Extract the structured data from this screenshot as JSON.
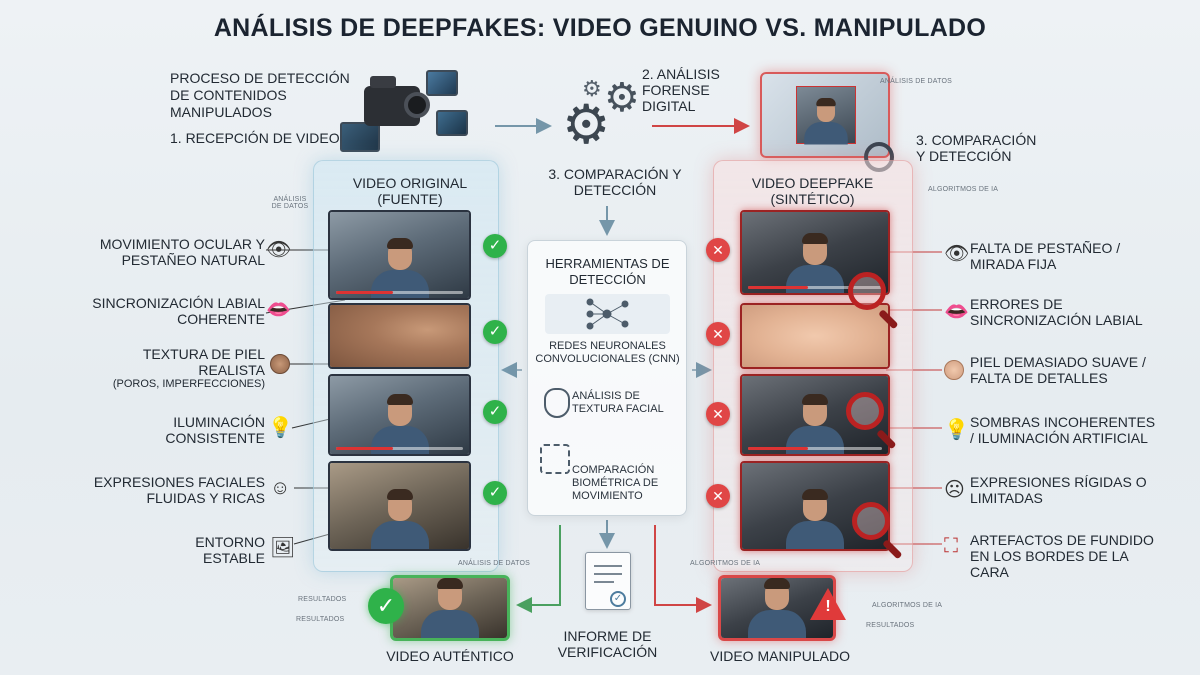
{
  "title": "ANÁLISIS DE DEEPFAKES: VIDEO GENUINO VS. MANIPULADO",
  "process": {
    "heading": "PROCESO DE DETECCIÓN DE CONTENIDOS MANIPULADOS",
    "step1": "1. RECEPCIÓN DE VIDEO",
    "step2": "2. ANÁLISIS FORENSE DIGITAL",
    "step3_top": "3. COMPARACIÓN Y DETECCIÓN",
    "step3_mid": "3. COMPARACIÓN Y DETECCIÓN"
  },
  "small_labels": {
    "datos_top": "ANÁLISIS DE DATOS",
    "datos_left": "ANÁLISIS DE DATOS",
    "algos_right": "ALGORITMOS DE IA",
    "datos_bottom": "ANÁLISIS DE DATOS",
    "algos_bottom": "ALGORITMOS DE IA",
    "resultados_1": "RESULTADOS",
    "resultados_2": "RESULTADOS",
    "algos_bottom_right": "ALGORITMOS DE IA",
    "resultados_3": "RESULTADOS"
  },
  "left_panel": {
    "title": "VIDEO ORIGINAL (FUENTE)",
    "features": [
      {
        "label": "MOVIMIENTO OCULAR Y PESTAÑEO NATURAL",
        "icon": "eye-icon",
        "glyph": "👁"
      },
      {
        "label": "SINCRONIZACIÓN LABIAL COHERENTE",
        "icon": "lips-icon",
        "glyph": "👄"
      },
      {
        "label": "TEXTURA DE PIEL REALISTA",
        "sub": "(POROS, IMPERFECCIONES)",
        "icon": "skin-swatch-icon",
        "glyph": ""
      },
      {
        "label": "ILUMINACIÓN CONSISTENTE",
        "icon": "lightbulb-icon",
        "glyph": "💡"
      },
      {
        "label": "EXPRESIONES FACIALES FLUIDAS Y RICAS",
        "icon": "smile-icon",
        "glyph": "☺"
      },
      {
        "label": "ENTORNO ESTABLE",
        "icon": "landscape-icon",
        "glyph": "🖼"
      }
    ]
  },
  "right_panel": {
    "title": "VIDEO DEEPFAKE (SINTÉTICO)",
    "features": [
      {
        "label": "FALTA DE PESTAÑEO / MIRADA FIJA",
        "icon": "eye-icon",
        "glyph": "👁"
      },
      {
        "label": "ERRORES DE SINCRONIZACIÓN LABIAL",
        "icon": "lips-icon",
        "glyph": "👄"
      },
      {
        "label": "PIEL DEMASIADO SUAVE / FALTA DE DETALLES",
        "icon": "skin-swatch-icon",
        "glyph": ""
      },
      {
        "label": "SOMBRAS INCOHERENTES / ILUMINACIÓN ARTIFICIAL",
        "icon": "lightbulb-icon",
        "glyph": "💡"
      },
      {
        "label": "EXPRESIONES RÍGIDAS O LIMITADAS",
        "icon": "frown-icon",
        "glyph": "☹"
      },
      {
        "label": "ARTEFACTOS DE FUNDIDO EN LOS BORDES DE LA CARA",
        "icon": "face-scan-icon",
        "glyph": "⛶"
      }
    ]
  },
  "tools": {
    "title": "HERRAMIENTAS DE DETECCIÓN",
    "items": [
      {
        "label": "REDES NEURONALES CONVOLUCIONALES (CNN)",
        "icon": "neural-network-icon"
      },
      {
        "label": "ANÁLISIS DE TEXTURA FACIAL",
        "icon": "face-outline-icon"
      },
      {
        "label": "COMPARACIÓN BIOMÉTRICA DE MOVIMIENTO",
        "icon": "biometric-face-icon"
      }
    ]
  },
  "results": {
    "authentic": "VIDEO AUTÉNTICO",
    "report": "INFORME DE VERIFICACIÓN",
    "manipulated": "VIDEO MANIPULADO"
  },
  "colors": {
    "accent_green": "#2fb24a",
    "accent_red": "#e04646",
    "arrow_blue": "#6c8fa3"
  }
}
